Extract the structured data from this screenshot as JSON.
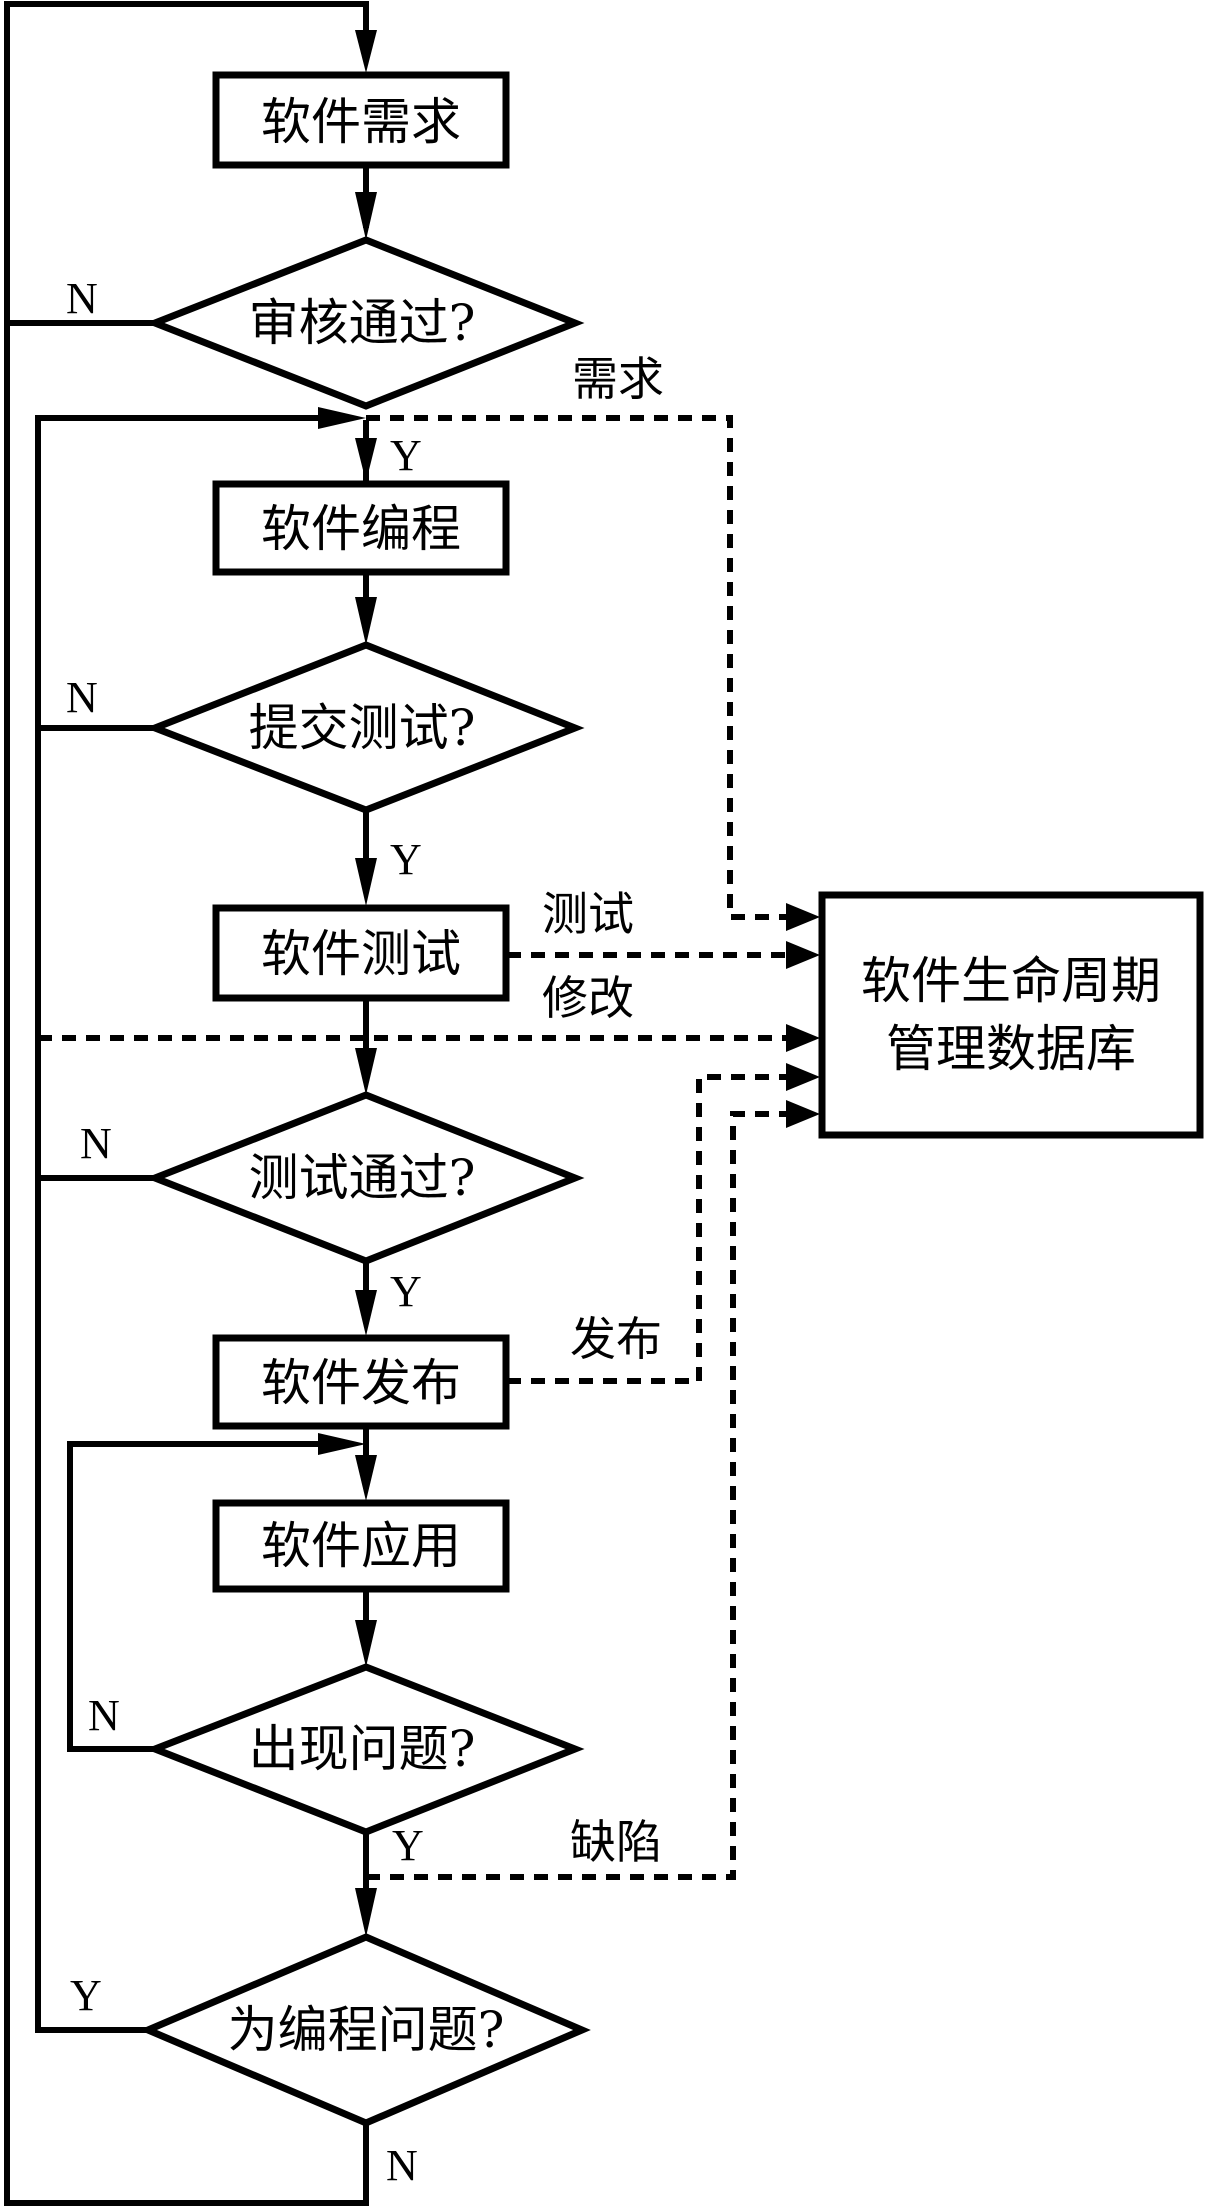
{
  "diagram": {
    "type": "flowchart",
    "line_color": "#000000",
    "background": "#ffffff",
    "nodes": {
      "requirements": {
        "label": "软件需求",
        "shape": "process"
      },
      "review_passed": {
        "label": "审核通过?",
        "shape": "decision"
      },
      "programming": {
        "label": "软件编程",
        "shape": "process"
      },
      "submit_test": {
        "label": "提交测试?",
        "shape": "decision"
      },
      "testing": {
        "label": "软件测试",
        "shape": "process"
      },
      "test_passed": {
        "label": "测试通过?",
        "shape": "decision"
      },
      "release": {
        "label": "软件发布",
        "shape": "process"
      },
      "application": {
        "label": "软件应用",
        "shape": "process"
      },
      "problem_occurred": {
        "label": "出现问题?",
        "shape": "decision"
      },
      "programming_problem": {
        "label": "为编程问题?",
        "shape": "decision"
      },
      "database": {
        "label_line1": "软件生命周期",
        "label_line2": "管理数据库",
        "shape": "process"
      }
    },
    "branch_labels": {
      "review_no": "N",
      "review_yes": "Y",
      "submit_no": "N",
      "submit_yes": "Y",
      "test_no": "N",
      "test_yes": "Y",
      "problem_no": "N",
      "problem_yes": "Y",
      "prog_yes": "Y",
      "prog_no": "N"
    },
    "data_flows": {
      "requirements": "需求",
      "testing": "测试",
      "modification": "修改",
      "release": "发布",
      "defect": "缺陷"
    },
    "edges": [
      {
        "from": "requirements",
        "to": "review_passed",
        "style": "solid"
      },
      {
        "from": "review_passed",
        "to": "requirements",
        "branch": "N",
        "style": "solid"
      },
      {
        "from": "review_passed",
        "to": "programming",
        "branch": "Y",
        "style": "solid"
      },
      {
        "from": "programming",
        "to": "submit_test",
        "style": "solid"
      },
      {
        "from": "submit_test",
        "to": "programming",
        "branch": "N",
        "style": "solid"
      },
      {
        "from": "submit_test",
        "to": "testing",
        "branch": "Y",
        "style": "solid"
      },
      {
        "from": "testing",
        "to": "test_passed",
        "style": "solid"
      },
      {
        "from": "test_passed",
        "to": "programming",
        "branch": "N",
        "style": "solid"
      },
      {
        "from": "test_passed",
        "to": "release",
        "branch": "Y",
        "style": "solid"
      },
      {
        "from": "release",
        "to": "application",
        "style": "solid"
      },
      {
        "from": "application",
        "to": "problem_occurred",
        "style": "solid"
      },
      {
        "from": "problem_occurred",
        "to": "application",
        "branch": "N",
        "style": "solid"
      },
      {
        "from": "problem_occurred",
        "to": "programming_problem",
        "branch": "Y",
        "style": "solid"
      },
      {
        "from": "programming_problem",
        "to": "programming",
        "branch": "Y",
        "style": "solid"
      },
      {
        "from": "programming_problem",
        "to": "requirements",
        "branch": "N",
        "style": "solid"
      },
      {
        "from": "review_passed",
        "to": "database",
        "label": "需求",
        "style": "dashed"
      },
      {
        "from": "testing",
        "to": "database",
        "label": "测试",
        "style": "dashed"
      },
      {
        "from": "test_passed",
        "to": "database",
        "label": "修改",
        "style": "dashed"
      },
      {
        "from": "release",
        "to": "database",
        "label": "发布",
        "style": "dashed"
      },
      {
        "from": "problem_occurred",
        "to": "database",
        "label": "缺陷",
        "style": "dashed"
      }
    ]
  }
}
